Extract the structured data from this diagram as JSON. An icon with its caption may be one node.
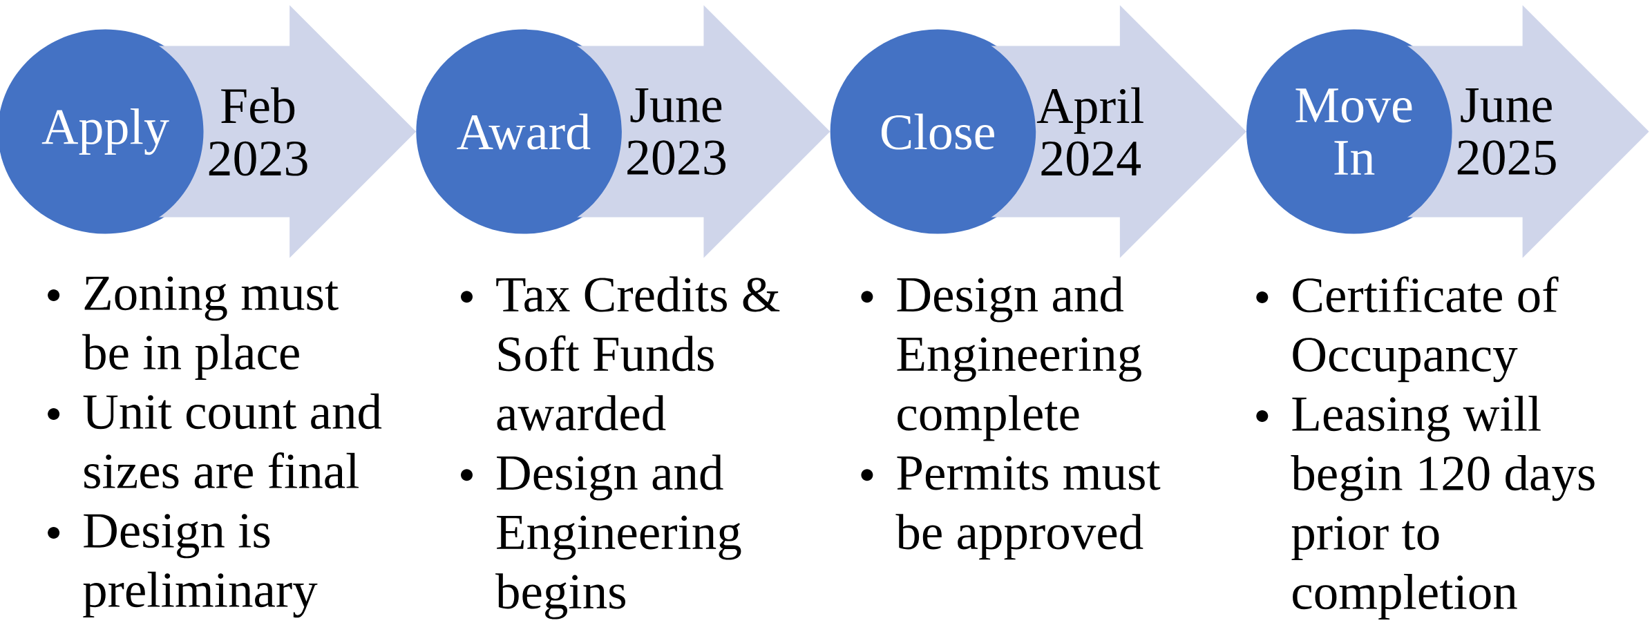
{
  "diagram": {
    "nodes": [
      {
        "text": [
          "Apply"
        ]
      },
      {
        "text": [
          "Award"
        ]
      },
      {
        "text": [
          "Close"
        ]
      },
      {
        "text": [
          "Move In"
        ]
      }
    ],
    "edges": [
      {
        "from": 0,
        "to": 1,
        "arrow": "to",
        "label": "Feb 2023"
      },
      {
        "from": 1,
        "to": 2,
        "arrow": "to",
        "label": "June 2023"
      },
      {
        "from": 2,
        "to": 3,
        "arrow": "to",
        "label": "April 2024"
      },
      {
        "from": 3,
        "to": null,
        "arrow": "to",
        "label": "June 2025"
      }
    ],
    "labels": [
      "Zoning must be in place",
      "Unit count and sizes are final",
      "Design is preliminary",
      "Tax Credits & Soft Funds awarded",
      "Design and Engineering begins",
      "Design and Engineering complete",
      "Permits must be approved",
      "Certificate of Occupancy",
      "Leasing will begin 120 days prior to completion"
    ]
  }
}
